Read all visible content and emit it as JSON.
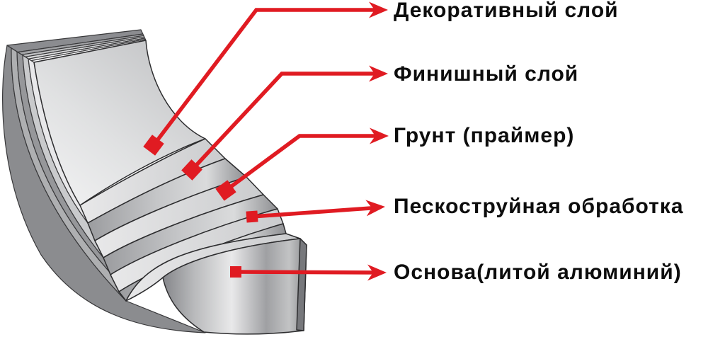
{
  "diagram": {
    "description": "Cutaway diagram of cookware coating layer structure",
    "background_color": "#ffffff",
    "accent_color": "#e01b22",
    "text_color": "#0d0d0d",
    "labels": [
      {
        "id": "decorative-layer",
        "text": "Декоративный слой"
      },
      {
        "id": "finish-layer",
        "text": "Финишный слой"
      },
      {
        "id": "primer-layer",
        "text": "Грунт (праймер)"
      },
      {
        "id": "sandblasting-layer",
        "text": "Пескоструйная обработка"
      },
      {
        "id": "base-layer",
        "text": "Основа(литой алюминий)"
      }
    ]
  }
}
